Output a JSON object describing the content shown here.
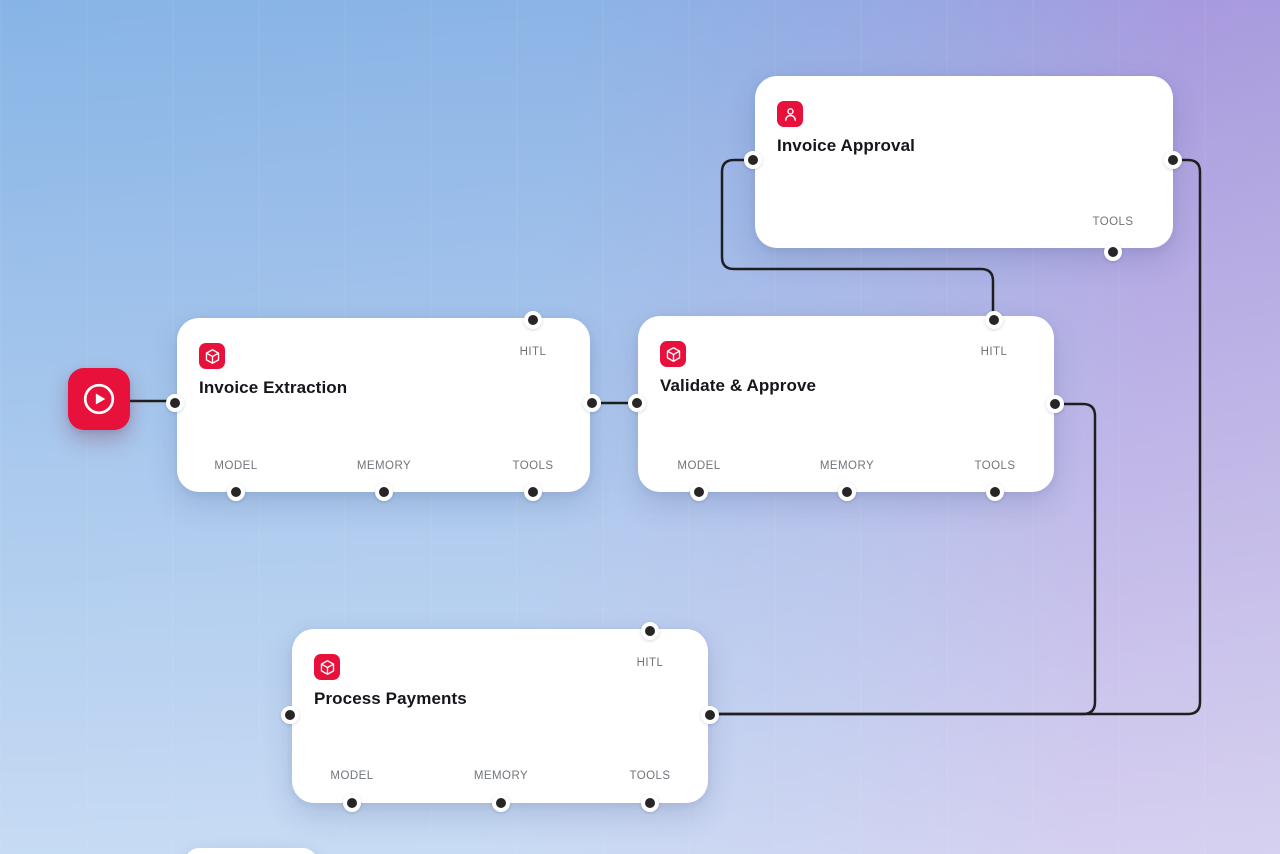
{
  "app": {
    "name": "Agent workflow canvas"
  },
  "colors": {
    "accent_red": "#e8113c",
    "edge": "#1f1f1f",
    "node_bg": "#ffffff",
    "label_gray": "#70757a",
    "title_color": "#15151c",
    "bg_top_left": "#87b4e6",
    "bg_top_right": "#a89ade",
    "bg_bottom_left": "#c5dbf2",
    "bg_bottom_right": "#cdd4ef"
  },
  "start_node": {
    "icon": "play-icon"
  },
  "nodes": {
    "approval": {
      "title": "Invoice Approval",
      "icon": "user-icon",
      "tools_label": "TOOLS"
    },
    "extraction": {
      "title": "Invoice Extraction",
      "icon": "box-icon",
      "hitl_label": "HITL",
      "model_label": "MODEL",
      "memory_label": "MEMORY",
      "tools_label": "TOOLS"
    },
    "validate": {
      "title": "Validate & Approve",
      "icon": "box-icon",
      "hitl_label": "HITL",
      "model_label": "MODEL",
      "memory_label": "MEMORY",
      "tools_label": "TOOLS"
    },
    "payments": {
      "title": "Process Payments",
      "icon": "box-icon",
      "hitl_label": "HITL",
      "model_label": "MODEL",
      "memory_label": "MEMORY",
      "tools_label": "TOOLS"
    }
  }
}
